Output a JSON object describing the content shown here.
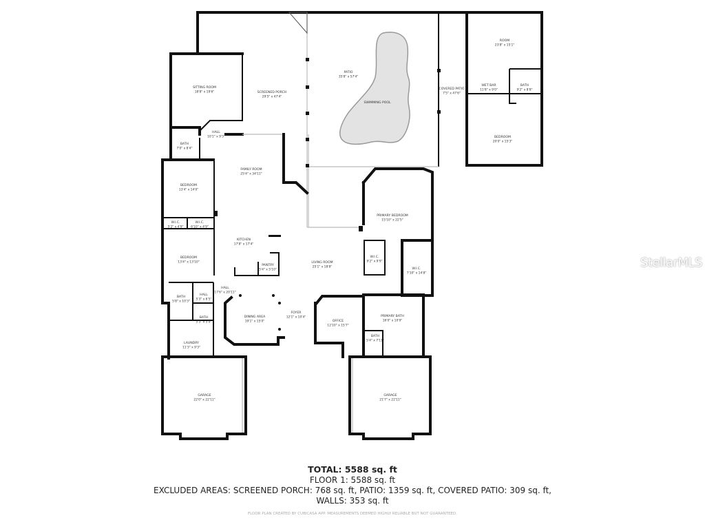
{
  "rooms": [
    {
      "name": "SITTING ROOM",
      "dims": "18'8\" x 19'6\""
    },
    {
      "name": "SCREENED PORCH",
      "dims": "29'5\" x 47'4\""
    },
    {
      "name": "HALL",
      "dims": "10'1\" x 9'3\""
    },
    {
      "name": "BATH",
      "dims": "7'0\" x 8'4\""
    },
    {
      "name": "FAMILY ROOM",
      "dims": "25'4\" x 34'11\""
    },
    {
      "name": "BEDROOM",
      "dims": "13'4\" x 14'0\""
    },
    {
      "name": "W.I.C.",
      "dims": "5'2\" x 4'9\""
    },
    {
      "name": "W.I.C.",
      "dims": "6'10\" x 4'9\""
    },
    {
      "name": "KITCHEN",
      "dims": "17'8\" x 17'4\""
    },
    {
      "name": "PANTRY",
      "dims": "5'4\" x 5'10\""
    },
    {
      "name": "BEDROOM",
      "dims": "13'4\" x 13'10\""
    },
    {
      "name": "HALL",
      "dims": "17'6\" x 20'11\""
    },
    {
      "name": "BATH",
      "dims": "5'8\" x 10'3\""
    },
    {
      "name": "HALL",
      "dims": "5'3\" x 6'5\""
    },
    {
      "name": "BATH",
      "dims": "5'3\" x 5'9\""
    },
    {
      "name": "LAUNDRY",
      "dims": "11'3\" x 9'3\""
    },
    {
      "name": "DINING AREA",
      "dims": "19'1\" x 15'0\""
    },
    {
      "name": "FOYER",
      "dims": "12'1\" x 10'4\""
    },
    {
      "name": "LIVING ROOM",
      "dims": "25'1\" x 18'8\""
    },
    {
      "name": "PATIO",
      "dims": "35'8\" x 57'4\""
    },
    {
      "name": "SWIMMING POOL",
      "dims": ""
    },
    {
      "name": "COVERED PATIO",
      "dims": "7'5\" x 47'6\""
    },
    {
      "name": "ROOM",
      "dims": "23'8\" x 15'1\""
    },
    {
      "name": "WET BAR",
      "dims": "11'8\" x 9'0\""
    },
    {
      "name": "BATH",
      "dims": "9'2\" x 8'8\""
    },
    {
      "name": "BEDROOM",
      "dims": "20'0\" x 15'3\""
    },
    {
      "name": "PRIMARY BEDROOM",
      "dims": "15'10\" x 22'5\""
    },
    {
      "name": "W.I.C.",
      "dims": "9'2\" x 9'9\""
    },
    {
      "name": "W.I.C.",
      "dims": "7'10\" x 14'8\""
    },
    {
      "name": "OFFICE",
      "dims": "12'10\" x 15'7\""
    },
    {
      "name": "PRIMARY BATH",
      "dims": "16'0\" x 10'9\""
    },
    {
      "name": "BATH",
      "dims": "5'4\" x 7'11\""
    },
    {
      "name": "GARAGE",
      "dims": "22'0\" x 22'11\""
    },
    {
      "name": "GARAGE",
      "dims": "21'7\" x 22'11\""
    }
  ],
  "summary": {
    "total": "TOTAL: 5588 sq. ft",
    "floor1": "FLOOR 1: 5588 sq. ft",
    "excluded": "EXCLUDED AREAS: SCREENED PORCH: 768 sq. ft, PATIO: 1359 sq. ft, COVERED PATIO: 309 sq. ft,",
    "walls": "WALLS: 353 sq. ft",
    "disclaimer": "FLOOR PLAN CREATED BY CUBICASA APP. MEASUREMENTS DEEMED HIGHLY RELIABLE BUT NOT GUARANTEED."
  },
  "watermark": "StellarMLS",
  "colors": {
    "wall": "#111111",
    "pool": "#e3e3e3",
    "background": "#ffffff"
  }
}
